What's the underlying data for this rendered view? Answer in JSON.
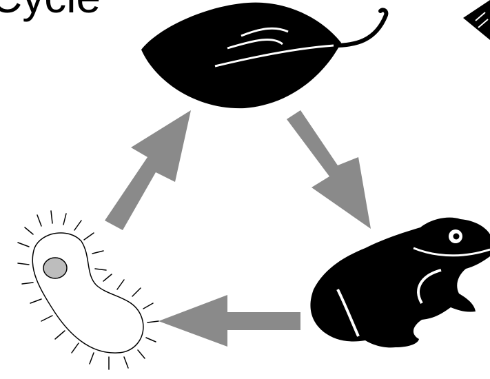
{
  "title": "Cycle",
  "colors": {
    "arrow": "#8a8a8a",
    "silhouette": "#000000",
    "cell_nucleus": "#bdbdbd",
    "background": "#ffffff"
  },
  "diagram": {
    "nodes": [
      {
        "id": "leaf",
        "icon": "leaf-icon"
      },
      {
        "id": "frog",
        "icon": "frog-icon"
      },
      {
        "id": "bacterium",
        "icon": "bacterium-icon"
      },
      {
        "id": "badge",
        "icon": "badge-icon"
      }
    ],
    "edges": [
      {
        "from": "leaf",
        "to": "frog"
      },
      {
        "from": "frog",
        "to": "bacterium"
      },
      {
        "from": "bacterium",
        "to": "leaf"
      }
    ]
  }
}
